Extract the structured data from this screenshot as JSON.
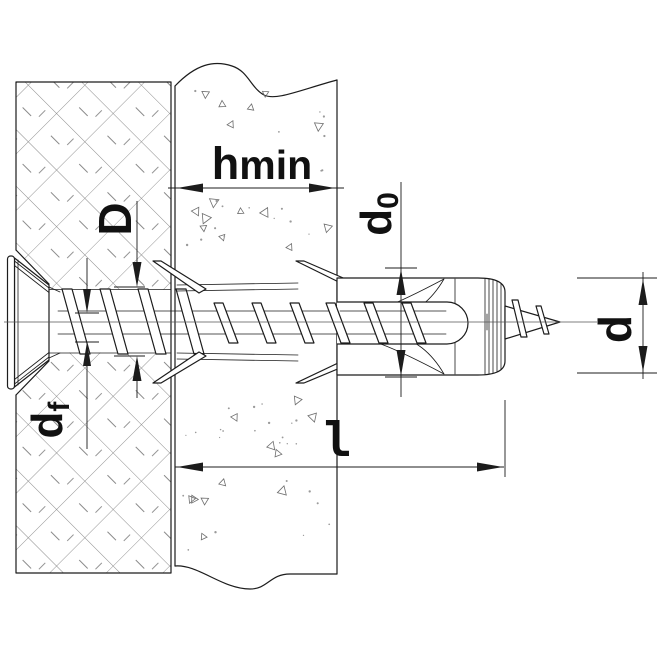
{
  "drawing": {
    "labels": {
      "hmin": {
        "main": "h",
        "sub": "min"
      },
      "d0": {
        "main": "d",
        "sub": "0"
      },
      "D": {
        "main": "D"
      },
      "df": {
        "main": "d",
        "sub": "f"
      },
      "l": {
        "main": "l"
      },
      "d": {
        "main": "d"
      }
    },
    "colors": {
      "line": "#1c1c1c",
      "hatch": "#8a8a8a",
      "label": "#111111",
      "background": "#ffffff"
    }
  }
}
